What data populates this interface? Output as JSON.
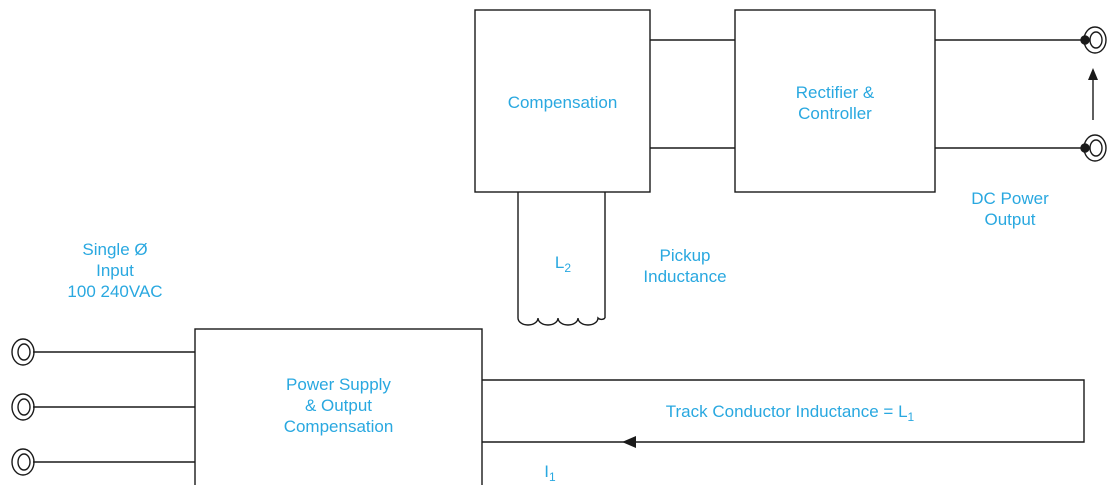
{
  "colors": {
    "label": "#29a8e0",
    "line": "#1a1a1a"
  },
  "blocks": {
    "compensation": "Compensation",
    "rectifier_line1": "Rectifier &",
    "rectifier_line2": "Controller",
    "power_supply_line1": "Power Supply",
    "power_supply_line2": "& Output",
    "power_supply_line3": "Compensation"
  },
  "labels": {
    "dc_output_line1": "DC Power",
    "dc_output_line2": "Output",
    "input_line1": "Single Ø",
    "input_line2": "Input",
    "input_line3": "100 240VAC",
    "pickup_line1": "Pickup",
    "pickup_line2": "Inductance",
    "l2_base": "L",
    "l2_sub": "2",
    "track_text": "Track Conductor Inductance = L",
    "track_sub": "1",
    "i1_base": "I",
    "i1_sub": "1"
  }
}
